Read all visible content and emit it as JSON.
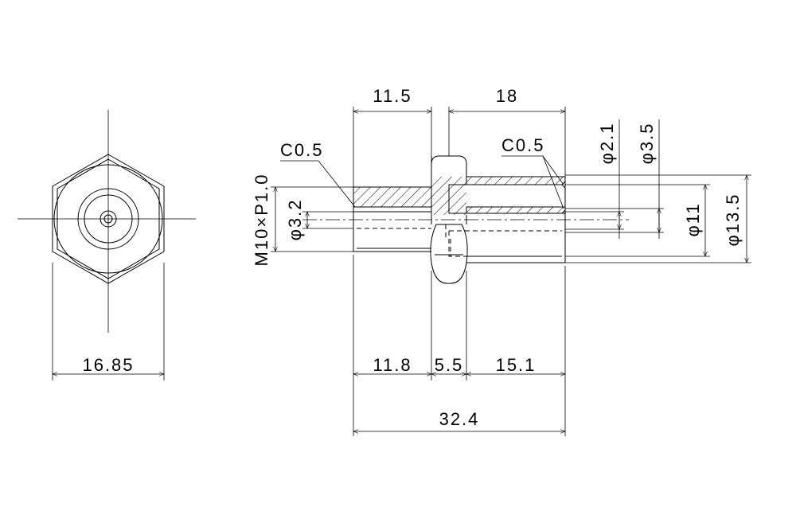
{
  "front_view": {
    "width_across_flats": "16.85"
  },
  "side_view": {
    "top_dims": {
      "left_segment": "11.5",
      "right_segment": "18"
    },
    "chamfers": {
      "left": "C0.5",
      "right": "C0.5"
    },
    "left_dims": {
      "thread": "M10×P1.0",
      "bore": "φ3.2"
    },
    "right_dims": {
      "inner_small": "φ2.1",
      "inner_large": "φ3.5",
      "outer_mid": "φ11",
      "outer_large": "φ13.5"
    },
    "bottom_dims": {
      "seg1": "11.8",
      "seg2": "5.5",
      "seg3": "15.1",
      "total": "32.4"
    }
  }
}
